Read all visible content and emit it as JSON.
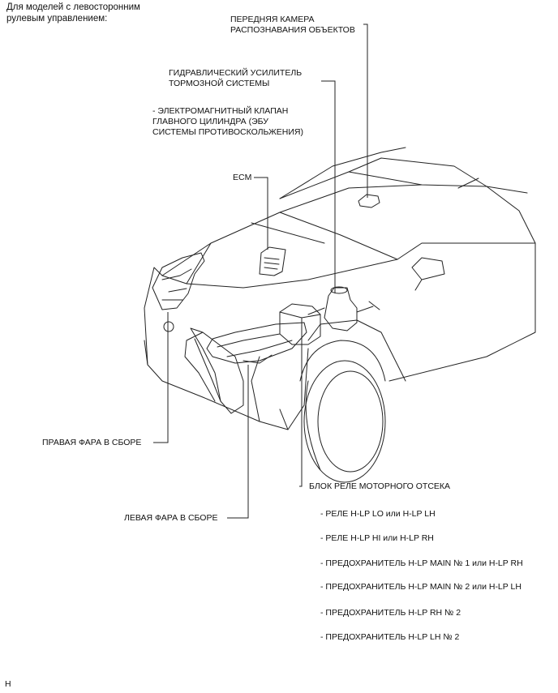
{
  "header": {
    "line1": "Для моделей с левосторонним",
    "line2": "рулевым управлением:"
  },
  "labels": {
    "front_camera": [
      "ПЕРЕДНЯЯ КАМЕРА",
      "РАСПОЗНАВАНИЯ ОБЪЕКТОВ"
    ],
    "brake_booster": [
      "ГИДРАВЛИЧЕСКИЙ УСИЛИТЕЛЬ",
      "ТОРМОЗНОЙ СИСТЕМЫ"
    ],
    "solenoid_valve": [
      "- ЭЛЕКТРОМАГНИТНЫЙ КЛАПАН",
      "ГЛАВНОГО ЦИЛИНДРА (ЭБУ",
      "СИСТЕМЫ ПРОТИВОСКОЛЬЖЕНИЯ)"
    ],
    "ecm": "ECM",
    "right_headlamp": "ПРАВАЯ ФАРА В СБОРЕ",
    "left_headlamp": "ЛЕВАЯ ФАРА В СБОРЕ",
    "relay_block": "БЛОК РЕЛЕ МОТОРНОГО ОТСЕКА"
  },
  "relay_items": [
    "- РЕЛЕ H-LP LO или H-LP LH",
    "- РЕЛЕ H-LP HI или H-LP RH",
    "- ПРЕДОХРАНИТЕЛЬ H-LP MAIN № 1 или H-LP RH",
    "- ПРЕДОХРАНИТЕЛЬ H-LP MAIN № 2 или H-LP LH",
    "- ПРЕДОХРАНИТЕЛЬ H-LP RH № 2",
    "- ПРЕДОХРАНИТЕЛЬ H-LP LH № 2"
  ],
  "footer": {
    "code": "H"
  }
}
